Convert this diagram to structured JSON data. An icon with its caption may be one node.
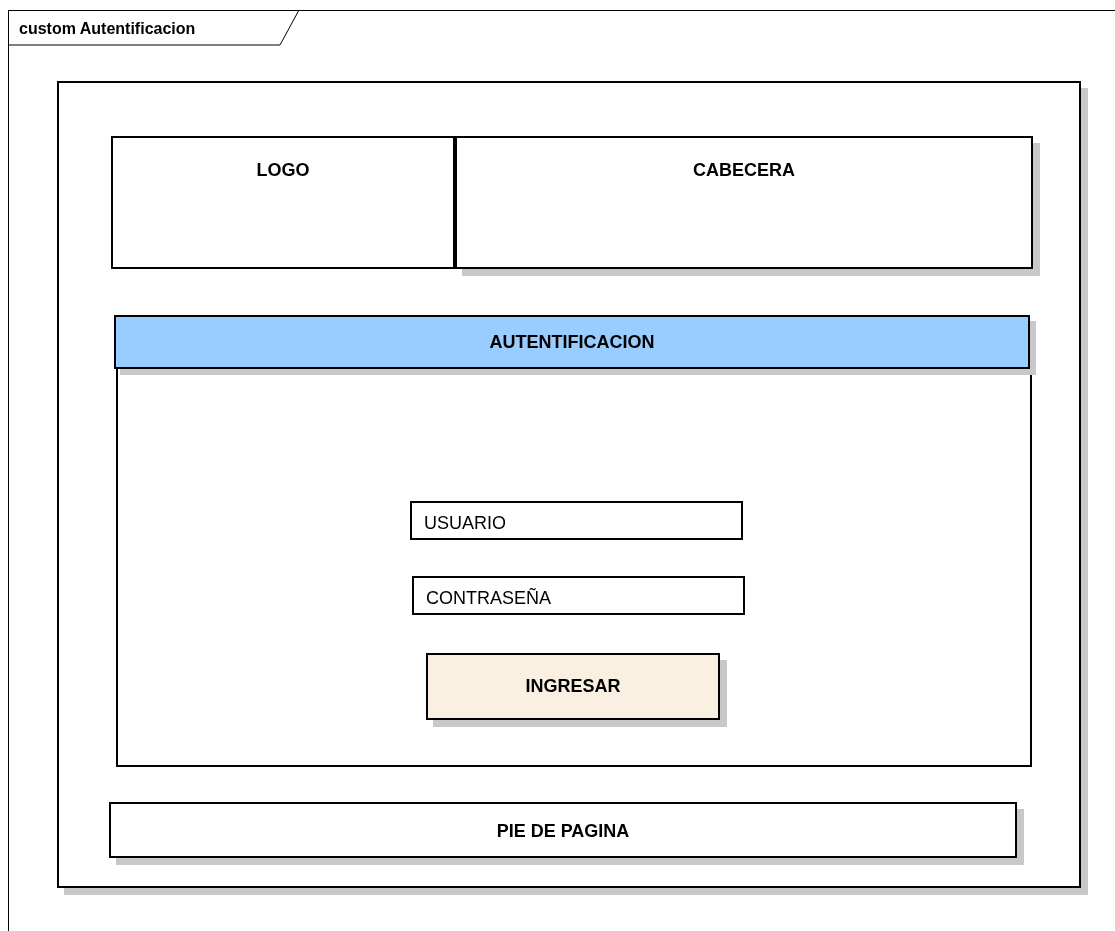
{
  "diagram": {
    "nodes": [
      {
        "text": [
          "custom Autentificacion"
        ]
      },
      {
        "text": [],
        "shape": "box",
        "in": 0
      },
      {
        "text": [
          "LOGO"
        ],
        "in": 1
      },
      {
        "text": [
          "CABECERA"
        ],
        "in": 1
      },
      {
        "text": [
          "AUTENTIFICACION"
        ],
        "in": 1
      },
      {
        "text": [
          "USUARIO"
        ],
        "in": 4
      },
      {
        "text": [
          "CONTRASEÑA"
        ],
        "in": 4
      },
      {
        "text": [
          "INGRESAR"
        ],
        "in": 4
      },
      {
        "text": [
          "PIE DE PAGINA"
        ],
        "in": 1
      }
    ]
  }
}
